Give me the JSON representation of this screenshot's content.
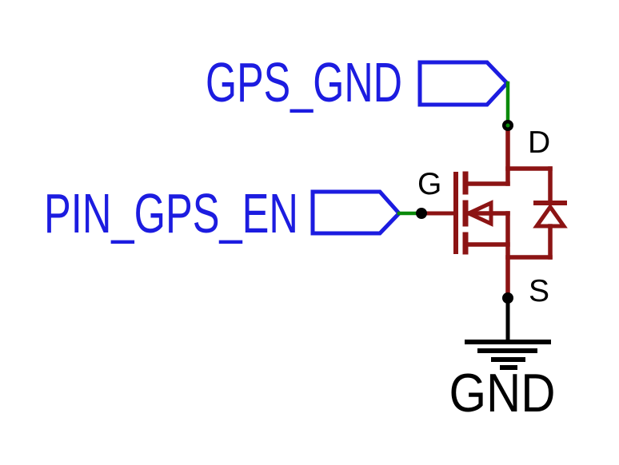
{
  "title": "GPS ground switch schematic",
  "colors": {
    "background": "#ffffff",
    "net_label_blue": "#1c1ce0",
    "wire_green": "#0a8a0a",
    "symbol_red": "#8c1414",
    "ink_black": "#000000"
  },
  "net_labels": {
    "gps_gnd": "GPS_GND",
    "pin_gps_en": "PIN_GPS_EN"
  },
  "power_symbols": {
    "gnd": "GND"
  },
  "mosfet": {
    "drain_label": "D",
    "gate_label": "G",
    "source_label": "S"
  }
}
